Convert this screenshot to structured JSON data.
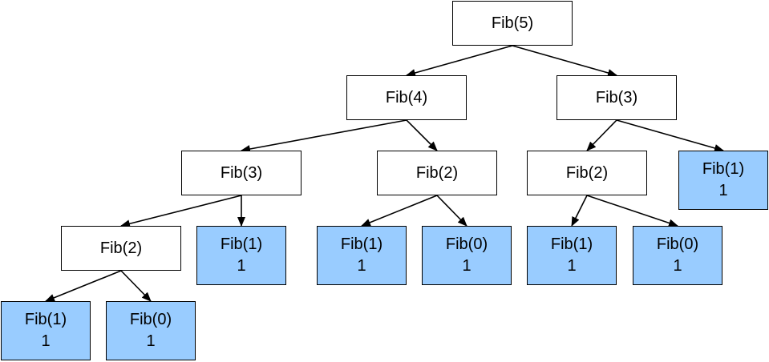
{
  "colors": {
    "leaf_fill": "#99ccff",
    "node_fill": "#ffffff",
    "stroke": "#000000"
  },
  "nodes": [
    {
      "id": "n1",
      "label": "Fib(5)",
      "value": ""
    },
    {
      "id": "n2",
      "label": "Fib(4)",
      "value": ""
    },
    {
      "id": "n3",
      "label": "Fib(3)",
      "value": ""
    },
    {
      "id": "n4",
      "label": "Fib(3)",
      "value": ""
    },
    {
      "id": "n5",
      "label": "Fib(2)",
      "value": ""
    },
    {
      "id": "n6",
      "label": "Fib(2)",
      "value": ""
    },
    {
      "id": "n7",
      "label": "Fib(1)",
      "value": "1"
    },
    {
      "id": "n8",
      "label": "Fib(2)",
      "value": ""
    },
    {
      "id": "n9",
      "label": "Fib(1)",
      "value": "1"
    },
    {
      "id": "n10",
      "label": "Fib(1)",
      "value": "1"
    },
    {
      "id": "n11",
      "label": "Fib(0)",
      "value": "1"
    },
    {
      "id": "n12",
      "label": "Fib(1)",
      "value": "1"
    },
    {
      "id": "n13",
      "label": "Fib(0)",
      "value": "1"
    },
    {
      "id": "n14",
      "label": "Fib(1)",
      "value": "1"
    },
    {
      "id": "n15",
      "label": "Fib(0)",
      "value": "1"
    }
  ],
  "edges": [
    [
      "n1",
      "n2"
    ],
    [
      "n1",
      "n3"
    ],
    [
      "n2",
      "n4"
    ],
    [
      "n2",
      "n5"
    ],
    [
      "n3",
      "n6"
    ],
    [
      "n3",
      "n7"
    ],
    [
      "n4",
      "n8"
    ],
    [
      "n4",
      "n9"
    ],
    [
      "n5",
      "n10"
    ],
    [
      "n5",
      "n11"
    ],
    [
      "n6",
      "n12"
    ],
    [
      "n6",
      "n13"
    ],
    [
      "n8",
      "n14"
    ],
    [
      "n8",
      "n15"
    ]
  ]
}
